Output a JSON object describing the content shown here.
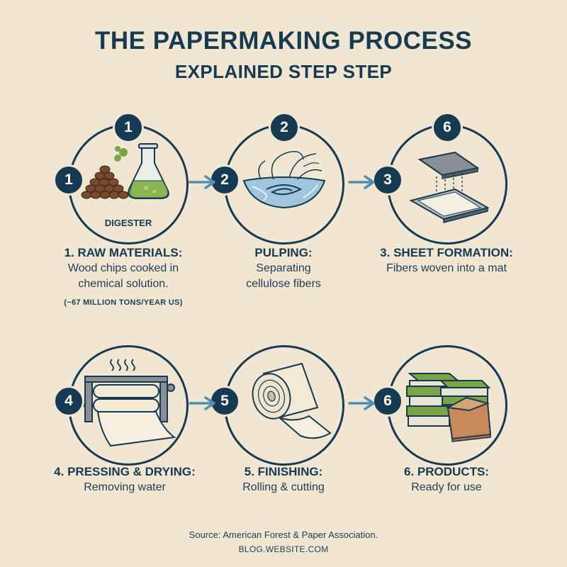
{
  "header": {
    "title": "THE PAPERMAKING PROCESS",
    "subtitle": "EXPLAINED STEP STEP"
  },
  "steps": [
    {
      "top_badge": "1",
      "side_badge": "1",
      "inner_label": "DIGESTER",
      "title": "1. RAW MATERIALS:",
      "desc_lines": [
        "Wood chips cooked in",
        "chemical solution."
      ],
      "note": "(~67 MILLION TONS/YEAR US)",
      "icon": "digester-flask-icon"
    },
    {
      "top_badge": "2",
      "side_badge": "2",
      "title": "PULPING:",
      "desc_lines": [
        "Separating",
        "cellulose fibers"
      ],
      "icon": "pulp-swirl-icon"
    },
    {
      "top_badge": "6",
      "side_badge": "3",
      "title": "3. SHEET FORMATION:",
      "desc_lines": [
        "Fibers woven into a mat"
      ],
      "icon": "screen-mesh-icon"
    },
    {
      "side_badge": "4",
      "title": "4. PRESSING & DRYING:",
      "desc_lines": [
        "Removing water"
      ],
      "icon": "press-roller-icon"
    },
    {
      "side_badge": "5",
      "title": "5. FINISHING:",
      "desc_lines": [
        "Rolling & cutting"
      ],
      "icon": "paper-roll-icon"
    },
    {
      "side_badge": "6",
      "title": "6. PRODUCTS:",
      "desc_lines": [
        "Ready for use"
      ],
      "icon": "books-box-icon"
    }
  ],
  "footer": {
    "source": "Source: American Forest & Paper Association.",
    "site": "BLOG.WEBSITE.COM"
  },
  "colors": {
    "background": "#f1e6d2",
    "navy": "#163a52",
    "arrow": "#4f8fb0",
    "green": "#7aa446",
    "brown": "#7a4a2c",
    "cardboard": "#c98a5b"
  }
}
